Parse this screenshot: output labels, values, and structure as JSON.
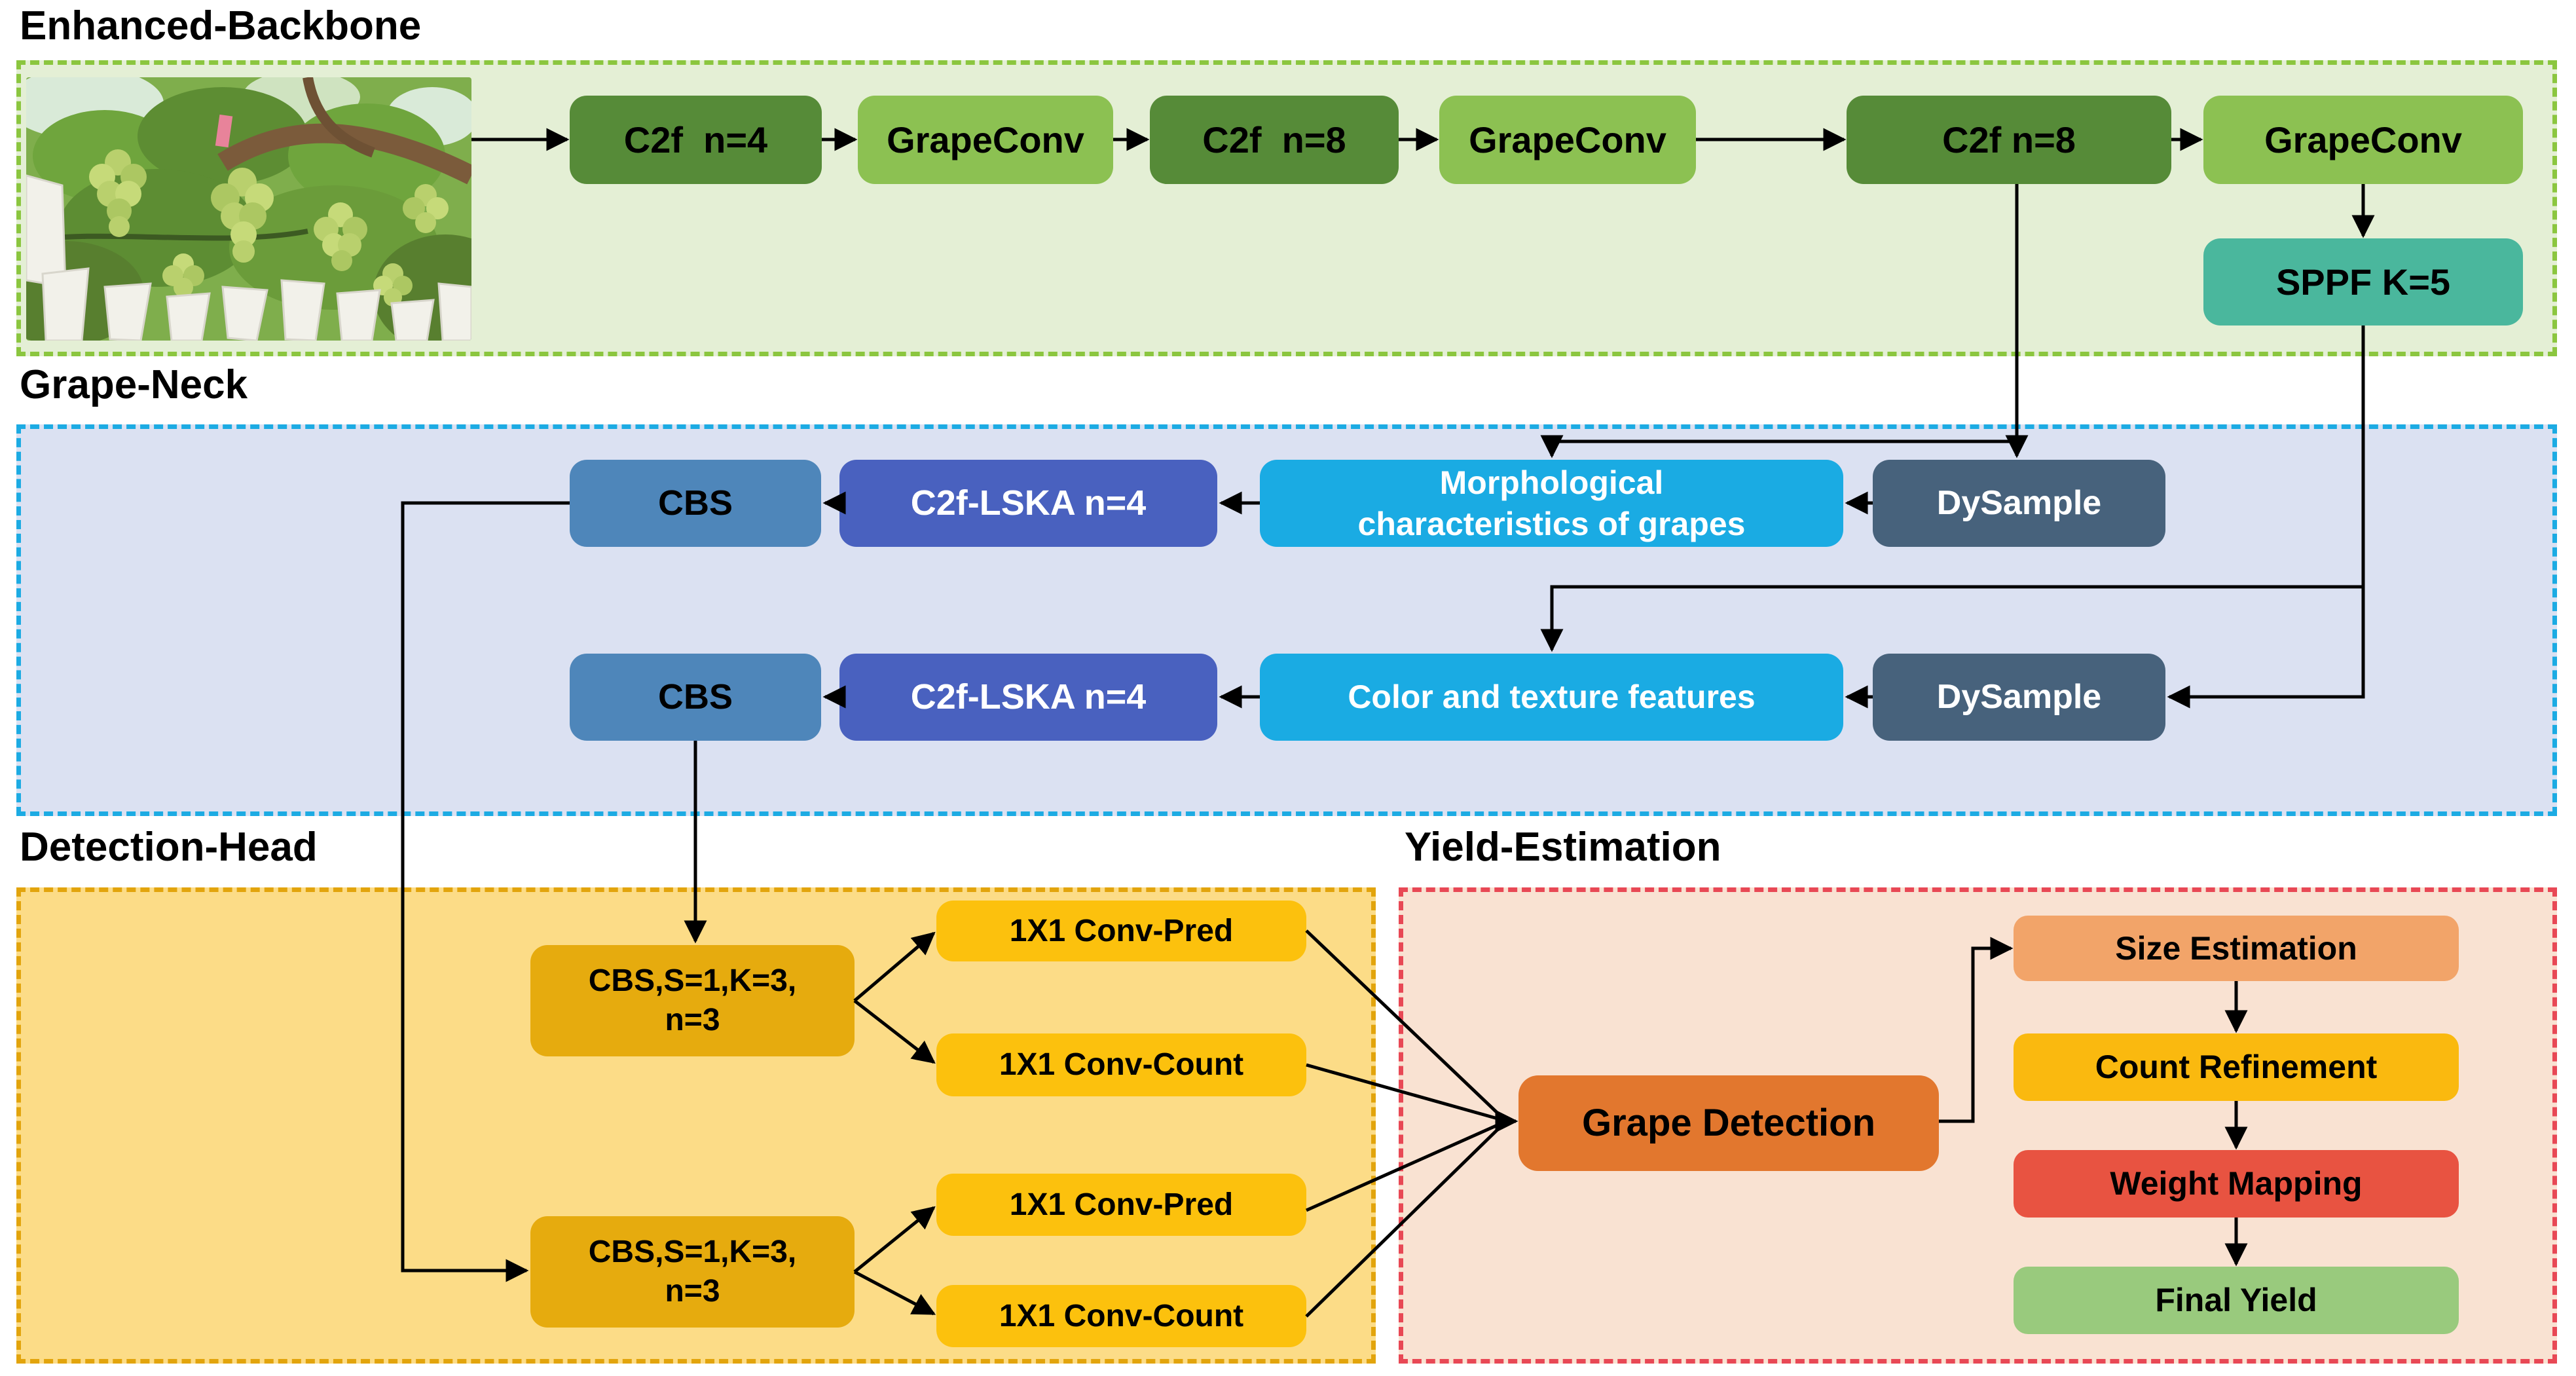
{
  "backbone": {
    "title": "Enhanced-Backbone",
    "nodes": {
      "c2f_a": {
        "label": "C2f  n=4",
        "bg": "#568b38",
        "fg": "#000000"
      },
      "grapeconv_a": {
        "label": "GrapeConv",
        "bg": "#8cc152",
        "fg": "#000000"
      },
      "c2f_b": {
        "label": "C2f  n=8",
        "bg": "#568b38",
        "fg": "#000000"
      },
      "grapeconv_b": {
        "label": "GrapeConv",
        "bg": "#8cc152",
        "fg": "#000000"
      },
      "c2f_c": {
        "label": "C2f n=8",
        "bg": "#568b38",
        "fg": "#000000"
      },
      "grapeconv_c": {
        "label": "GrapeConv",
        "bg": "#8cc152",
        "fg": "#000000"
      },
      "sppf": {
        "label": "SPPF K=5",
        "bg": "#4ab79d",
        "fg": "#000000"
      }
    }
  },
  "neck": {
    "title": "Grape-Neck",
    "row1": {
      "cbs": {
        "label": "CBS",
        "bg": "#4e86ba",
        "fg": "#000000"
      },
      "lska": {
        "label": "C2f-LSKA n=4",
        "bg": "#4961bf",
        "fg": "#ffffff"
      },
      "feature": {
        "label": "Morphological\ncharacteristics of grapes",
        "bg": "#1aabe3",
        "fg": "#ffffff"
      },
      "dysample": {
        "label": "DySample",
        "bg": "#47627c",
        "fg": "#ffffff"
      }
    },
    "row2": {
      "cbs": {
        "label": "CBS",
        "bg": "#4e86ba",
        "fg": "#000000"
      },
      "lska": {
        "label": "C2f-LSKA n=4",
        "bg": "#4961bf",
        "fg": "#ffffff"
      },
      "feature": {
        "label": "Color and texture features",
        "bg": "#1aabe3",
        "fg": "#ffffff"
      },
      "dysample": {
        "label": "DySample",
        "bg": "#47627c",
        "fg": "#ffffff"
      }
    }
  },
  "detection": {
    "title": "Detection-Head",
    "cbs1": {
      "label": "CBS,S=1,K=3,\nn=3",
      "bg": "#e6ab0e",
      "fg": "#000000"
    },
    "cbs2": {
      "label": "CBS,S=1,K=3,\nn=3",
      "bg": "#e6ab0e",
      "fg": "#000000"
    },
    "pred1": {
      "label": "1X1 Conv-Pred",
      "bg": "#fcc10d",
      "fg": "#000000"
    },
    "count1": {
      "label": "1X1 Conv-Count",
      "bg": "#fcc10d",
      "fg": "#000000"
    },
    "pred2": {
      "label": "1X1 Conv-Pred",
      "bg": "#fcc10d",
      "fg": "#000000"
    },
    "count2": {
      "label": "1X1 Conv-Count",
      "bg": "#fcc10d",
      "fg": "#000000"
    }
  },
  "yield": {
    "title": "Yield-Estimation",
    "grape_detection": {
      "label": "Grape Detection",
      "bg": "#e2772e",
      "fg": "#000000"
    },
    "steps": [
      {
        "label": "Size Estimation",
        "bg": "#f2a469"
      },
      {
        "label": "Count Refinement",
        "bg": "#fab90f"
      },
      {
        "label": "Weight Mapping",
        "bg": "#e85341"
      },
      {
        "label": "Final Yield",
        "bg": "#99ca7d"
      }
    ]
  },
  "panels": {
    "backbone": {
      "fill": "#e4efd5",
      "border": "#8bc63f"
    },
    "neck": {
      "fill": "#dbe1f2",
      "border": "#1cabe3"
    },
    "detection": {
      "fill": "#fcdc87",
      "border": "#e2a40c"
    },
    "yield": {
      "fill": "#f9e2d2",
      "border": "#e84855"
    }
  },
  "arrow_color": "#000000"
}
